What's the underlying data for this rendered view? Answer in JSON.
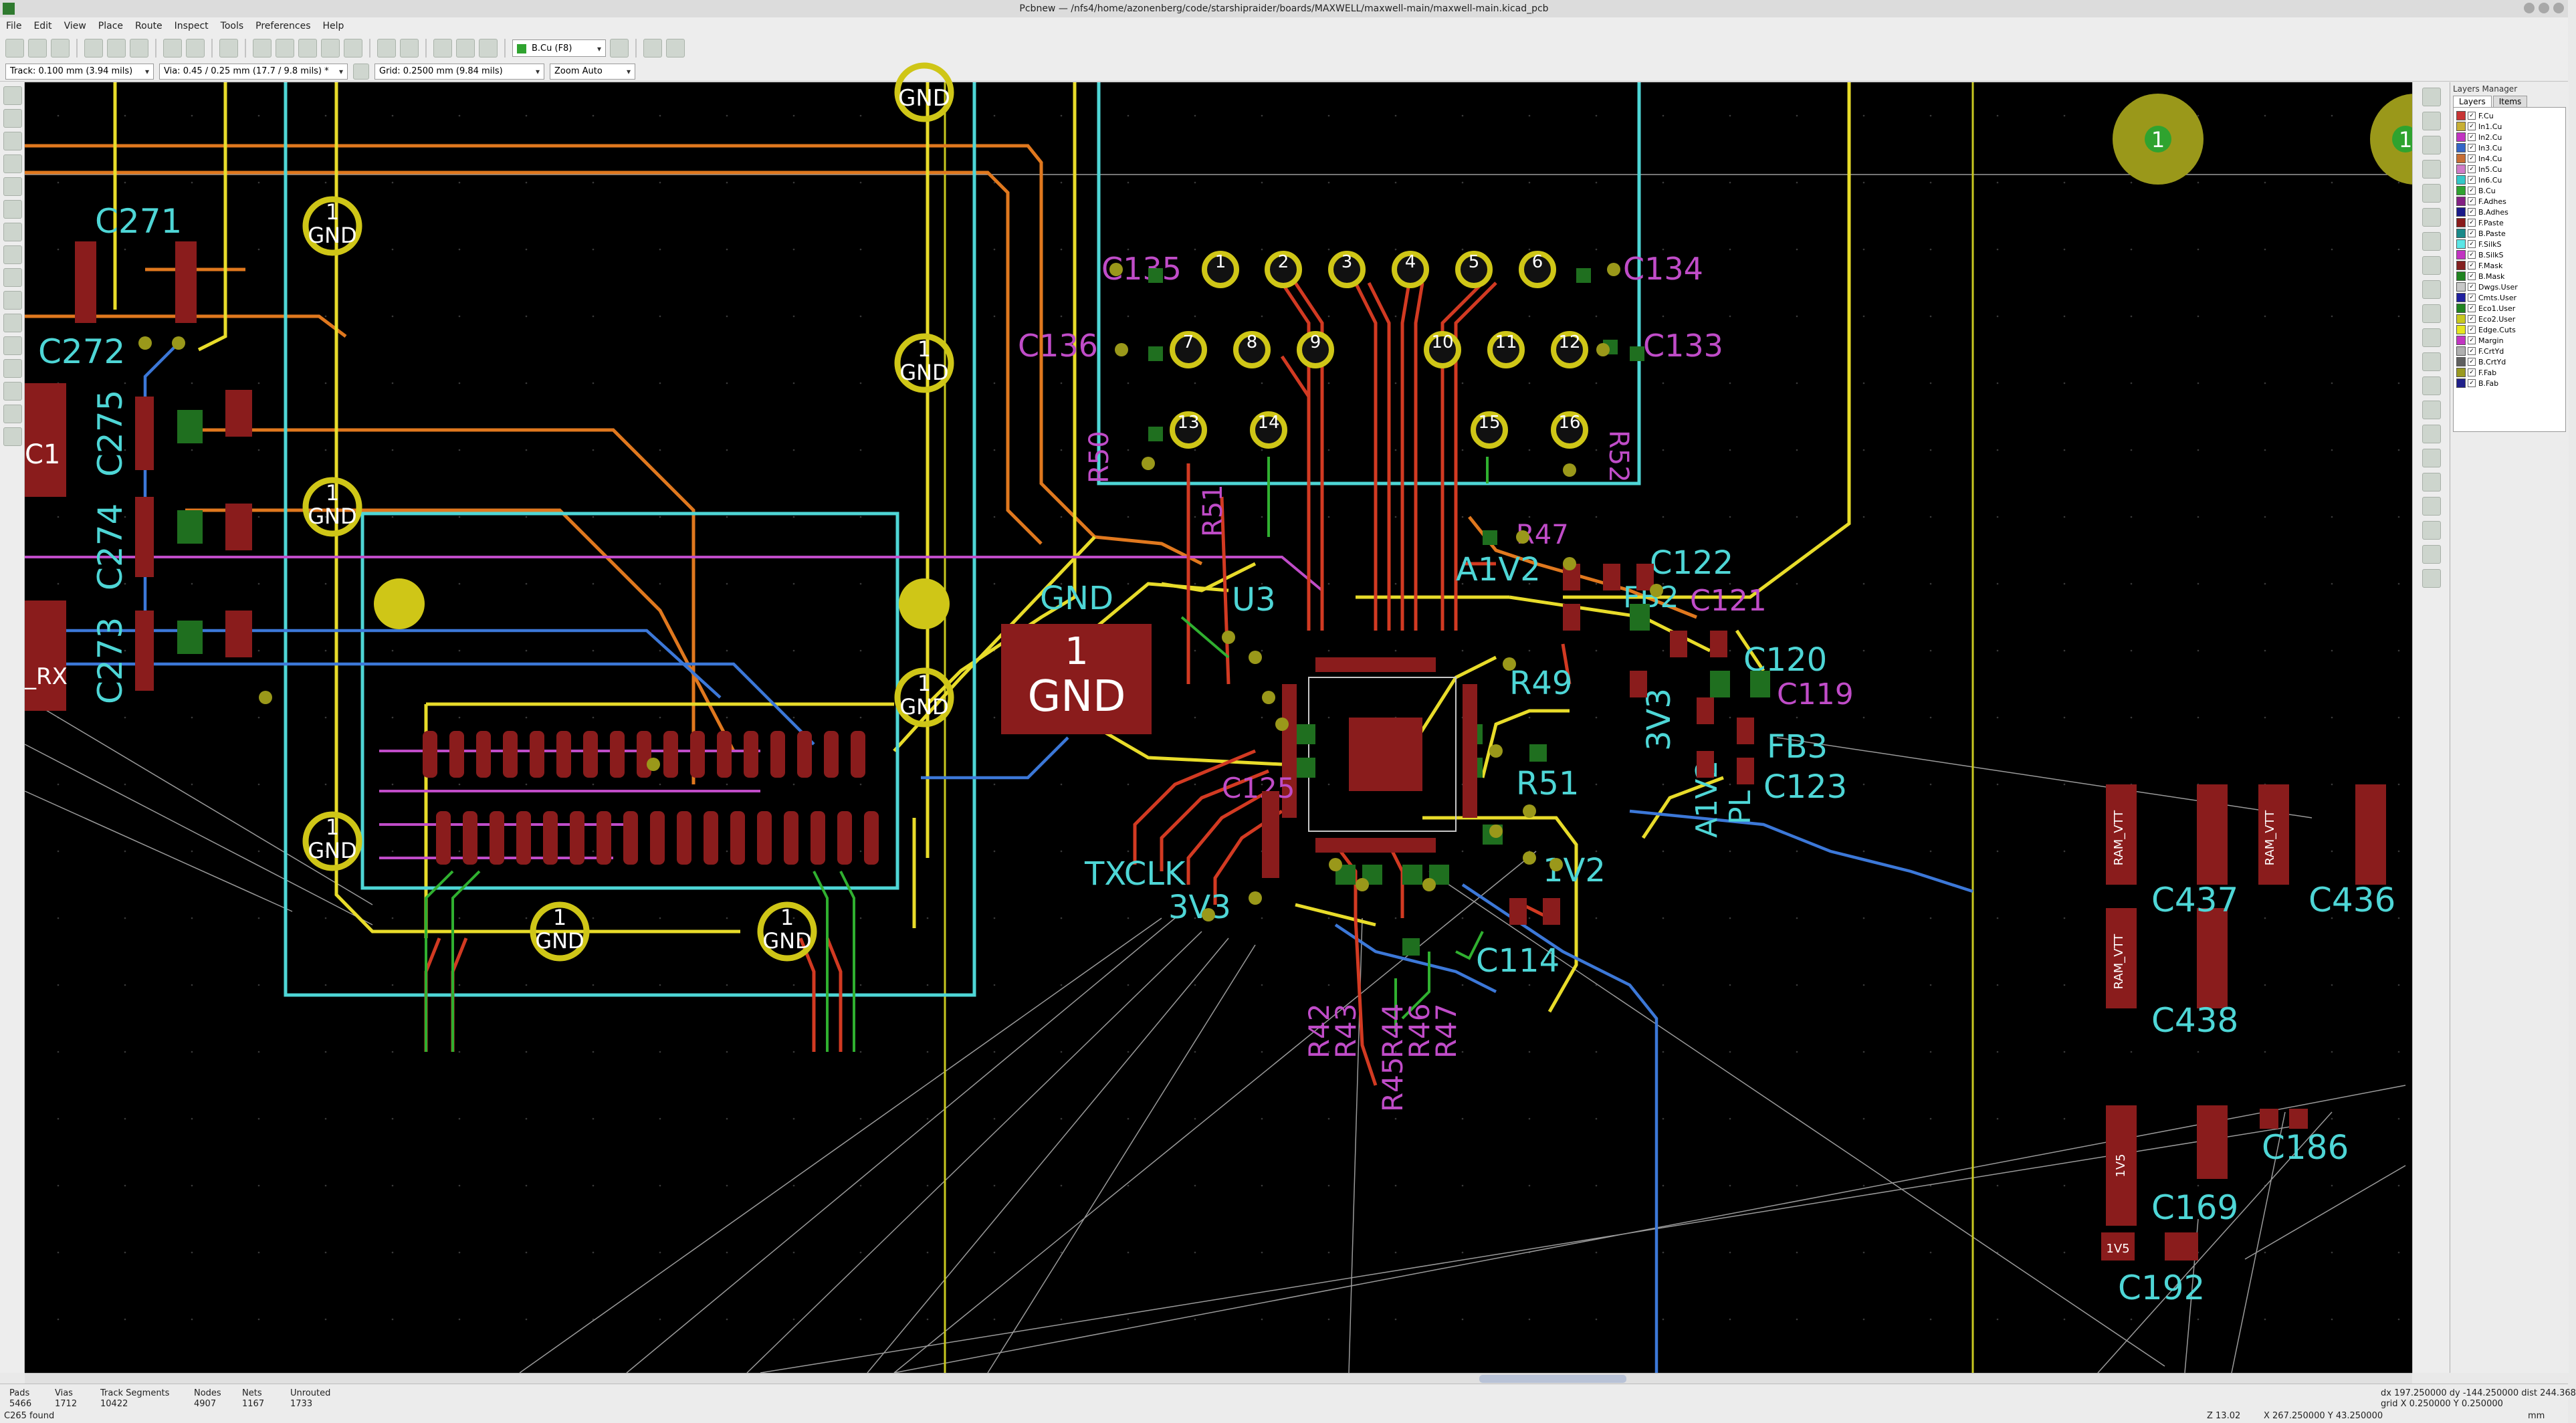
{
  "window": {
    "title": "Pcbnew — /nfs4/home/azonenberg/code/starshipraider/boards/MAXWELL/maxwell-main/maxwell-main.kicad_pcb"
  },
  "menu": [
    "File",
    "Edit",
    "View",
    "Place",
    "Route",
    "Inspect",
    "Tools",
    "Preferences",
    "Help"
  ],
  "toolbar": {
    "active_layer": "B.Cu (F8)"
  },
  "aux_toolbar": {
    "track": "Track: 0.100 mm (3.94 mils)",
    "via": "Via: 0.45 / 0.25 mm (17.7 / 9.8 mils) *",
    "grid": "Grid: 0.2500 mm (9.84 mils)",
    "zoom": "Zoom Auto"
  },
  "layer_manager": {
    "title": "Layers Manager",
    "tabs": [
      "Layers",
      "Items"
    ],
    "layers": [
      {
        "name": "F.Cu",
        "color": "#c83434"
      },
      {
        "name": "In1.Cu",
        "color": "#c8b034"
      },
      {
        "name": "In2.Cu",
        "color": "#c234c2"
      },
      {
        "name": "In3.Cu",
        "color": "#3466c8"
      },
      {
        "name": "In4.Cu",
        "color": "#c86e34"
      },
      {
        "name": "In5.Cu",
        "color": "#d07cc8"
      },
      {
        "name": "In6.Cu",
        "color": "#34c8c8"
      },
      {
        "name": "B.Cu",
        "color": "#2fa32f"
      },
      {
        "name": "F.Adhes",
        "color": "#842084"
      },
      {
        "name": "B.Adhes",
        "color": "#1a1a8a"
      },
      {
        "name": "F.Paste",
        "color": "#8a1a1a"
      },
      {
        "name": "B.Paste",
        "color": "#1a8a8a"
      },
      {
        "name": "F.SilkS",
        "color": "#5ce6e6"
      },
      {
        "name": "B.SilkS",
        "color": "#c234c2"
      },
      {
        "name": "F.Mask",
        "color": "#842020"
      },
      {
        "name": "B.Mask",
        "color": "#208420"
      },
      {
        "name": "Dwgs.User",
        "color": "#c8c8c8"
      },
      {
        "name": "Cmts.User",
        "color": "#2020a0"
      },
      {
        "name": "Eco1.User",
        "color": "#208420"
      },
      {
        "name": "Eco2.User",
        "color": "#c8c820"
      },
      {
        "name": "Edge.Cuts",
        "color": "#e6e620"
      },
      {
        "name": "Margin",
        "color": "#c234c2"
      },
      {
        "name": "F.CrtYd",
        "color": "#b0b0b0"
      },
      {
        "name": "B.CrtYd",
        "color": "#606060"
      },
      {
        "name": "F.Fab",
        "color": "#9a9a20"
      },
      {
        "name": "B.Fab",
        "color": "#20208a"
      }
    ]
  },
  "pcb_labels": {
    "c271": "C271",
    "c272": "C272",
    "c275": "C275",
    "c274": "C274",
    "c273": "C273",
    "c1": "C1",
    "rx": "_RX",
    "gnd": "GND",
    "pad1": "1",
    "big_gnd": "GND",
    "c135": "C135",
    "c134": "C134",
    "c136": "C136",
    "c133": "C133",
    "r50": "R50",
    "r51": "R51",
    "r52": "R52",
    "r47": "R47",
    "u3": "U3",
    "a1v2": "A1V2",
    "c122": "C122",
    "fb2": "FB2",
    "c121": "C121",
    "c120": "C120",
    "c119": "C119",
    "r49": "R49",
    "v3v3": "3V3",
    "fb3": "FB3",
    "c123": "C123",
    "r51b": "R51",
    "pl": "PL",
    "a1v2b": "A1V2",
    "v1v2": "1V2",
    "c114": "C114",
    "txclk": "TXCLK",
    "v3v3b": "3V3",
    "c125": "C125",
    "c437": "C437",
    "c436": "C436",
    "c438": "C438",
    "c186": "C186",
    "c169": "C169",
    "c192": "C192",
    "r42": "R42",
    "r43": "R43",
    "r44": "R44",
    "r45": "R45",
    "r46": "R46",
    "r47b": "R47",
    "ram_vtt": "RAM_VTT",
    "vss": "1V5",
    "mounting": "1",
    "pad_nums": [
      "1",
      "2",
      "3",
      "4",
      "5",
      "6",
      "7",
      "8",
      "9",
      "10",
      "11",
      "12",
      "13",
      "14",
      "15",
      "16"
    ]
  },
  "status": {
    "stats": [
      {
        "label": "Pads",
        "value": "5466"
      },
      {
        "label": "Vias",
        "value": "1712"
      },
      {
        "label": "Track Segments",
        "value": "10422"
      },
      {
        "label": "Nodes",
        "value": "4907"
      },
      {
        "label": "Nets",
        "value": "1167"
      },
      {
        "label": "Unrouted",
        "value": "1733"
      }
    ],
    "message": "C265 found",
    "zoom": "Z 13.02",
    "xy": "X 267.250000  Y 43.250000",
    "dxdy": "dx 197.250000  dy -144.250000  dist 244.368",
    "grid": "grid X 0.250000  Y 0.250000",
    "units": "mm"
  }
}
